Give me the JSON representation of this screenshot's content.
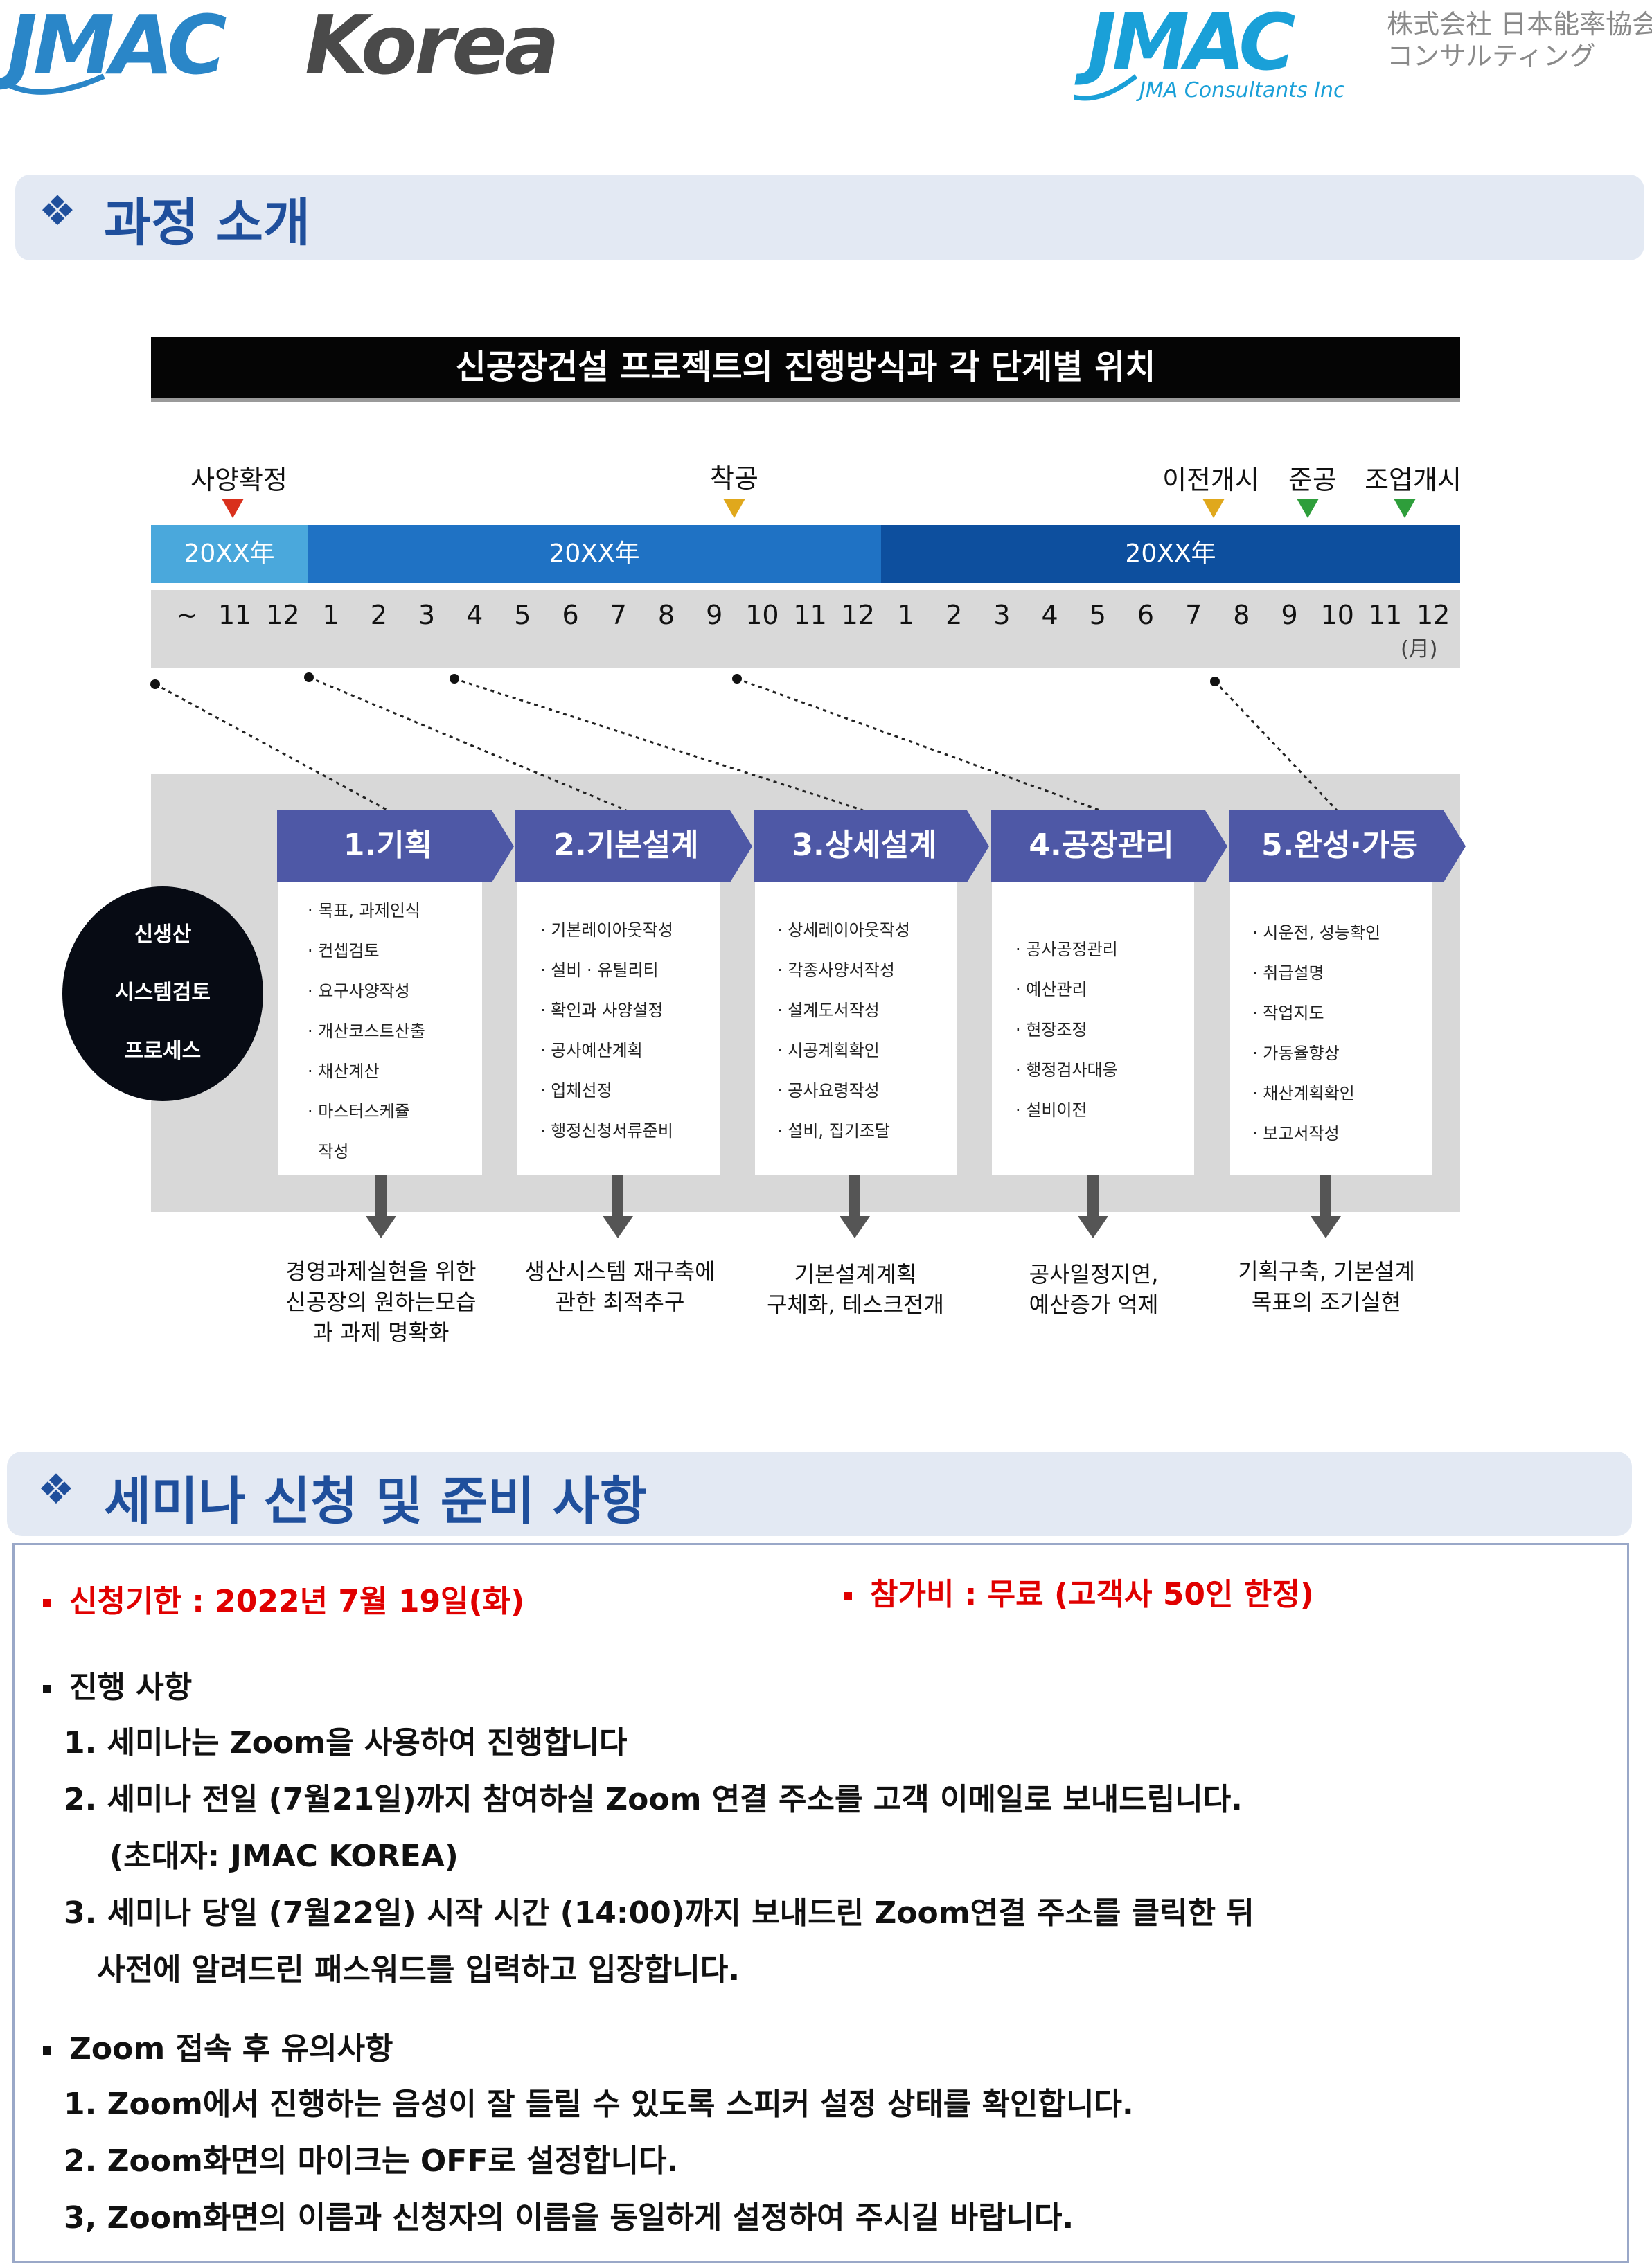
{
  "logos": {
    "left": "JMACKorea",
    "right_main": "JMAC",
    "right_sub": "JMA Consultants Inc",
    "right_jp_line1": "株式会社 日本能率協会",
    "right_jp_line2": "コンサルティング"
  },
  "section1": {
    "title": "과정 소개"
  },
  "diagram": {
    "title": "신공장건설 프로젝트의 진행방식과 각 단계별 위치",
    "milestones": [
      {
        "label": "사양확정",
        "color": "#d9301c"
      },
      {
        "label": "착공",
        "color": "#e0a81c"
      },
      {
        "label": "이전개시",
        "color": "#e0a81c"
      },
      {
        "label": "준공",
        "color": "#2e9e3b"
      },
      {
        "label": "조업개시",
        "color": "#2e9e3b"
      }
    ],
    "years": [
      "20XX年",
      "20XX年",
      "20XX年"
    ],
    "year_colors": [
      "#4aa8dc",
      "#1f72c4",
      "#0d4f9e"
    ],
    "months": [
      "~",
      "11",
      "12",
      "1",
      "2",
      "3",
      "4",
      "5",
      "6",
      "7",
      "8",
      "9",
      "10",
      "11",
      "12",
      "1",
      "2",
      "3",
      "4",
      "5",
      "6",
      "7",
      "8",
      "9",
      "10",
      "11",
      "12"
    ],
    "month_unit": "(月)",
    "process_label": [
      "신생산",
      "시스템검토",
      "프로세스"
    ],
    "stage_color": "#4e58a6",
    "stages": [
      {
        "title": "1.기획",
        "items": [
          "· 목표, 과제인식",
          "· 컨셉검토",
          "· 요구사양작성",
          "· 개산코스트산출",
          "· 채산계산",
          "· 마스터스케쥴",
          "  작성"
        ],
        "outcome": [
          "경영과제실현을 위한",
          "신공장의 원하는모습",
          "과 과제 명확화"
        ]
      },
      {
        "title": "2.기본설계",
        "items": [
          "· 기본레이아웃작성",
          "· 설비 · 유틸리티",
          "· 확인과 사양설정",
          "· 공사예산계획",
          "· 업체선정",
          "· 행정신청서류준비"
        ],
        "outcome": [
          "생산시스템 재구축에",
          "관한 최적추구"
        ]
      },
      {
        "title": "3.상세설계",
        "items": [
          "· 상세레이아웃작성",
          "· 각종사양서작성",
          "· 설계도서작성",
          "· 시공계획확인",
          "· 공사요령작성",
          "· 설비, 집기조달"
        ],
        "outcome": [
          "기본설계계획",
          "구체화, 테스크전개"
        ]
      },
      {
        "title": "4.공장관리",
        "items": [
          "· 공사공정관리",
          "· 예산관리",
          "· 현장조정",
          "· 행정검사대응",
          "· 설비이전"
        ],
        "outcome": [
          "공사일정지연,",
          "예산증가 억제"
        ]
      },
      {
        "title": "5.완성·가동",
        "items": [
          "· 시운전, 성능확인",
          "· 취급설명",
          "· 작업지도",
          "· 가동율향상",
          "· 채산계획확인",
          "· 보고서작성"
        ],
        "outcome": [
          "기획구축, 기본설계",
          "목표의 조기실현"
        ]
      }
    ]
  },
  "section2": {
    "title": "세미나 신청 및 준비 사항"
  },
  "seminar": {
    "deadline": "신청기한 : 2022년  7월 19일(화)",
    "fee": "참가비 :  무료 (고객사 50인 한정)",
    "progress_head": "진행 사항",
    "progress_lines": [
      "1. 세미나는 Zoom을 사용하여 진행합니다",
      "2. 세미나 전일 (7월21일)까지 참여하실 Zoom 연결 주소를 고객 이메일로 보내드립니다.",
      "(초대자: JMAC KOREA)",
      "3. 세미나 당일 (7월22일) 시작 시간 (14:00)까지 보내드린 Zoom연결 주소를 클릭한 뒤",
      "사전에 알려드린 패스워드를 입력하고 입장합니다."
    ],
    "zoom_head": "Zoom 접속 후 유의사항",
    "zoom_lines": [
      "1. Zoom에서 진행하는 음성이 잘 들릴 수 있도록 스피커 설정 상태를 확인합니다.",
      "2. Zoom화면의 마이크는 OFF로 설정합니다.",
      "3, Zoom화면의 이름과 신청자의 이름을 동일하게 설정하여 주시길 바랍니다."
    ]
  }
}
